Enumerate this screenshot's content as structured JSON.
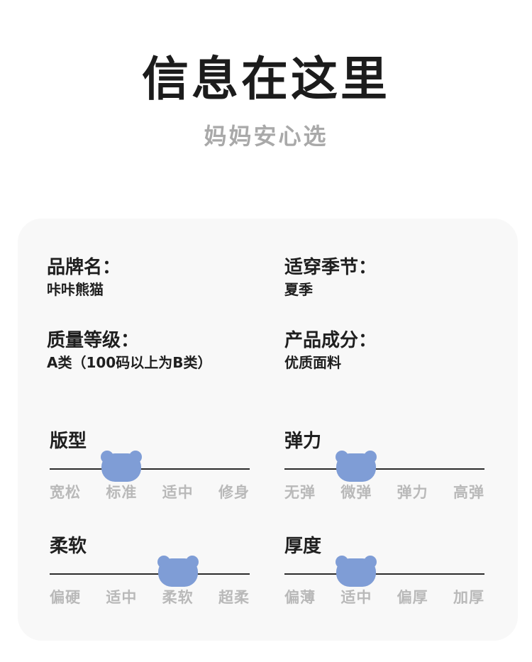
{
  "header": {
    "title": "信息在这里",
    "subtitle": "妈妈安心选"
  },
  "info": {
    "brand_label": "品牌名：",
    "brand_value": "咔咔熊猫",
    "season_label": "适穿季节：",
    "season_value": "夏季",
    "quality_label": "质量等级：",
    "quality_value": "A类（100码以上为B类）",
    "material_label": "产品成分：",
    "material_value": "优质面料"
  },
  "scales": {
    "fit": {
      "title": "版型",
      "options": [
        "宽松",
        "标准",
        "适中",
        "修身"
      ],
      "selected_index": 1
    },
    "elasticity": {
      "title": "弹力",
      "options": [
        "无弹",
        "微弹",
        "弹力",
        "高弹"
      ],
      "selected_index": 1
    },
    "softness": {
      "title": "柔软",
      "options": [
        "偏硬",
        "适中",
        "柔软",
        "超柔"
      ],
      "selected_index": 2
    },
    "thickness": {
      "title": "厚度",
      "options": [
        "偏薄",
        "适中",
        "偏厚",
        "加厚"
      ],
      "selected_index": 1
    }
  },
  "colors": {
    "indicator": "#7f9dd6",
    "muted_text": "#b9b9b9",
    "card_bg": "#f8f8f8"
  },
  "icons": {
    "indicator": "bear-head-icon"
  }
}
